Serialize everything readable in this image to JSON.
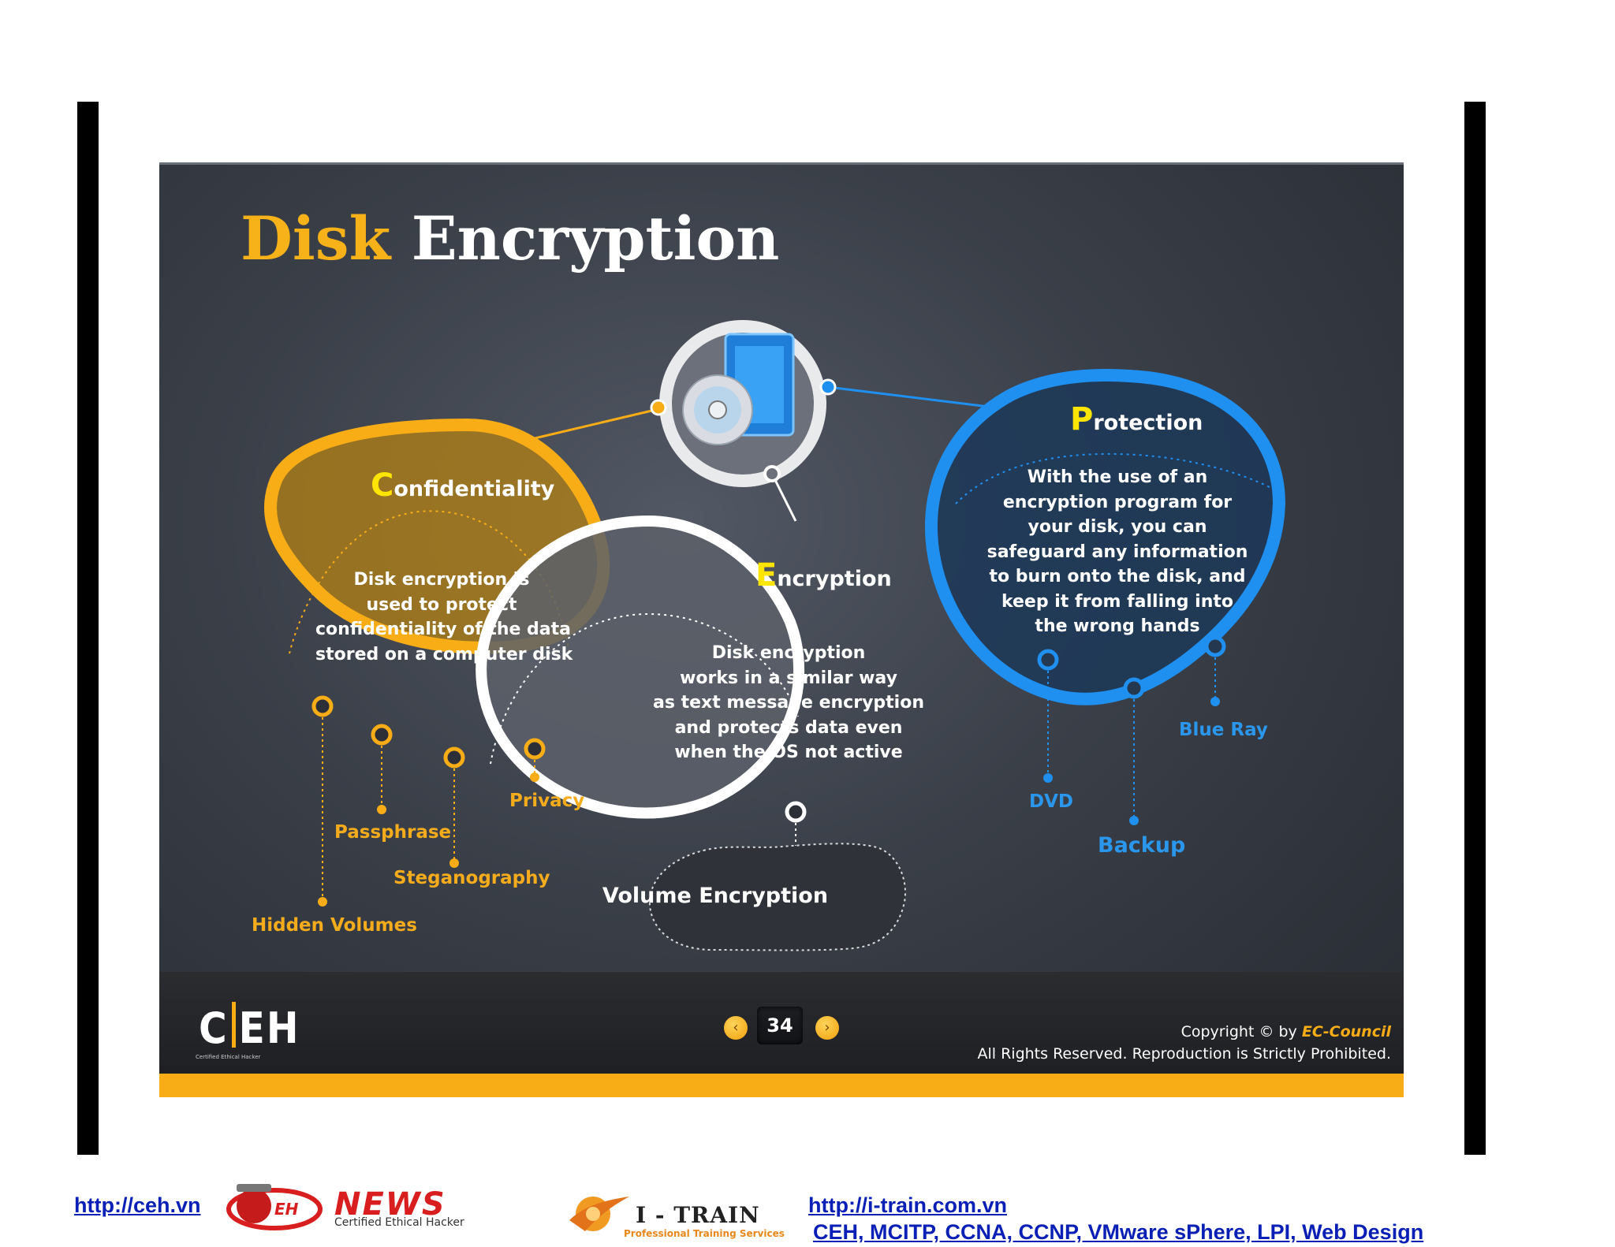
{
  "slide": {
    "title_first": "Disk",
    "title_rest": " Encryption",
    "confidentiality": {
      "initial": "C",
      "rest": "onfidentiality",
      "body": "Disk encryption is\nused to protect\nconfidentiality of the data\nstored on a computer disk",
      "items": [
        "Hidden Volumes",
        "Passphrase",
        "Steganography",
        "Privacy"
      ]
    },
    "encryption": {
      "initial": "E",
      "rest": "ncryption",
      "body": "Disk encryption\nworks in a similar way\nas text message encryption\nand protects data even\nwhen the OS not active",
      "item": "Volume Encryption"
    },
    "protection": {
      "initial": "P",
      "rest": "rotection",
      "body": "With the use of an\nencryption program for\nyour disk, you can\nsafeguard any information\nto burn onto the disk, and\nkeep it from falling into\nthe wrong hands",
      "items": [
        "DVD",
        "Backup",
        "Blue Ray"
      ]
    },
    "footer": {
      "logo": "C|EH",
      "logo_sub": "Certified   Ethical   Hacker",
      "page_number": "34",
      "copyright_prefix": "Copyright © by ",
      "copyright_brand": "EC-Council",
      "rights": "All Rights Reserved. Reproduction is Strictly Prohibited."
    }
  },
  "page_footer": {
    "link_left": "http://ceh.vn",
    "news_word": "NEWS",
    "news_sub": "Certified Ethical Hacker",
    "itrain_word": "I - TRAIN",
    "itrain_sub": "Professional Training Services",
    "link_right": "http://i-train.com.vn",
    "courses": "CEH, MCITP, CCNA, CCNP, VMware sPhere, LPI, Web Design"
  },
  "colors": {
    "gold": "#f8ad17",
    "blue": "#1f8ff0",
    "link": "#0a1fb5"
  }
}
